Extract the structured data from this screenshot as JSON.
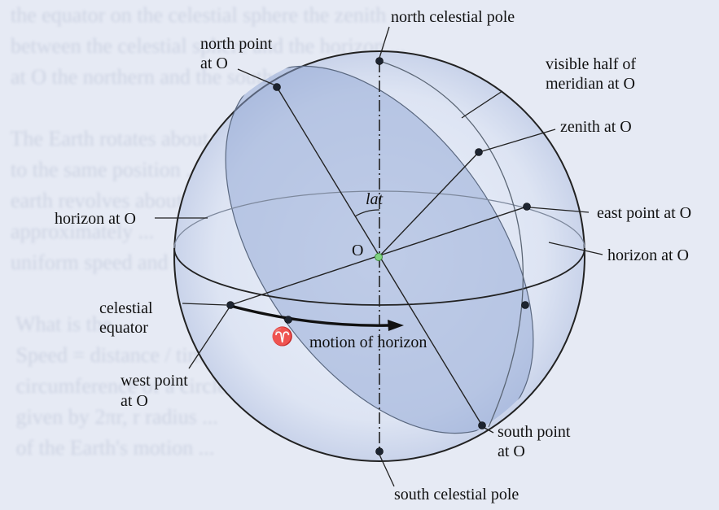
{
  "labels": {
    "north_celestial_pole": "north celestial pole",
    "north_point_l1": "north point",
    "north_point_l2": "at O",
    "visible_meridian_l1": "visible half of",
    "visible_meridian_l2": "meridian at O",
    "zenith": "zenith at O",
    "lat": "lat",
    "horizon_left": "horizon at O",
    "east_point": "east point at O",
    "origin": "O",
    "horizon_right": "horizon at O",
    "celestial_equator_l1": "celestial",
    "celestial_equator_l2": "equator",
    "aries": "♈",
    "motion": "motion of horizon",
    "west_point_l1": "west point",
    "west_point_l2": "at O",
    "south_point_l1": "south point",
    "south_point_l2": "at O",
    "south_celestial_pole": "south celestial pole"
  },
  "colors": {
    "sphere_fill": "#dfe6f4",
    "horizon_disc_fill": "#9fb2d8",
    "line": "#222222",
    "center_dot": "#7fd27f"
  }
}
